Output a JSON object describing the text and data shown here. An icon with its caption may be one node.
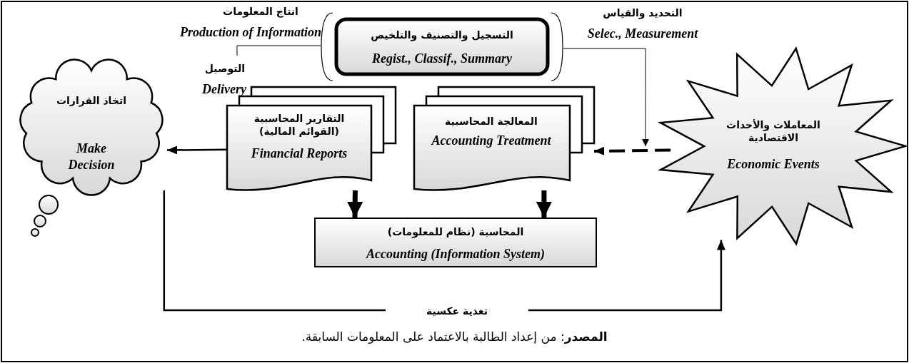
{
  "diagram": {
    "caption": "**المصدر**: من إعداد الطالبة بالاعتماد على المعلومات السابقة.",
    "nodes": [
      {
        "text": [
          "اتخاذ القرارات",
          "Make Decision"
        ]
      },
      {
        "text": [
          "التسجيل والتصنيف والتلخيص",
          "Regist., Classif., Summary"
        ]
      },
      {
        "text": [
          "التحديد والقياس",
          "Selec., Measurement"
        ]
      },
      {
        "text": [
          "التقارير المحاسبية (القوائم المالية)",
          "Financial Reports"
        ]
      },
      {
        "text": [
          "المعالجة المحاسبية",
          "Accounting Treatment"
        ]
      },
      {
        "text": [
          "المعاملات والأحداث الاقتصادية",
          "Economic Events"
        ]
      },
      {
        "text": [
          "المحاسبة (نظام للمعلومات)",
          "Accounting (Information System)"
        ]
      },
      {
        "text": [
          "انتاج المعلومات",
          "Production of Information"
        ]
      },
      {
        "text": [
          "التوصيل",
          "Delivery"
        ]
      }
    ],
    "edges": [
      {
        "from": 5,
        "to": 4,
        "arrow": "to",
        "style": "dashed"
      },
      {
        "from": 3,
        "to": 0,
        "arrow": "to"
      },
      {
        "from": 3,
        "to": 6,
        "arrow": "to",
        "style": "thick"
      },
      {
        "from": 4,
        "to": 6,
        "arrow": "to",
        "style": "thick"
      },
      {
        "from": 0,
        "to": 5,
        "arrow": "to",
        "label": "تغذية عكسية"
      },
      {
        "from": 2,
        "to": null,
        "arrow": "to"
      },
      {
        "from": 7,
        "to": 1,
        "arrow": "none"
      },
      {
        "from": 8,
        "to": 7,
        "arrow": "none"
      },
      {
        "from": 2,
        "to": 1,
        "arrow": "none"
      }
    ]
  }
}
